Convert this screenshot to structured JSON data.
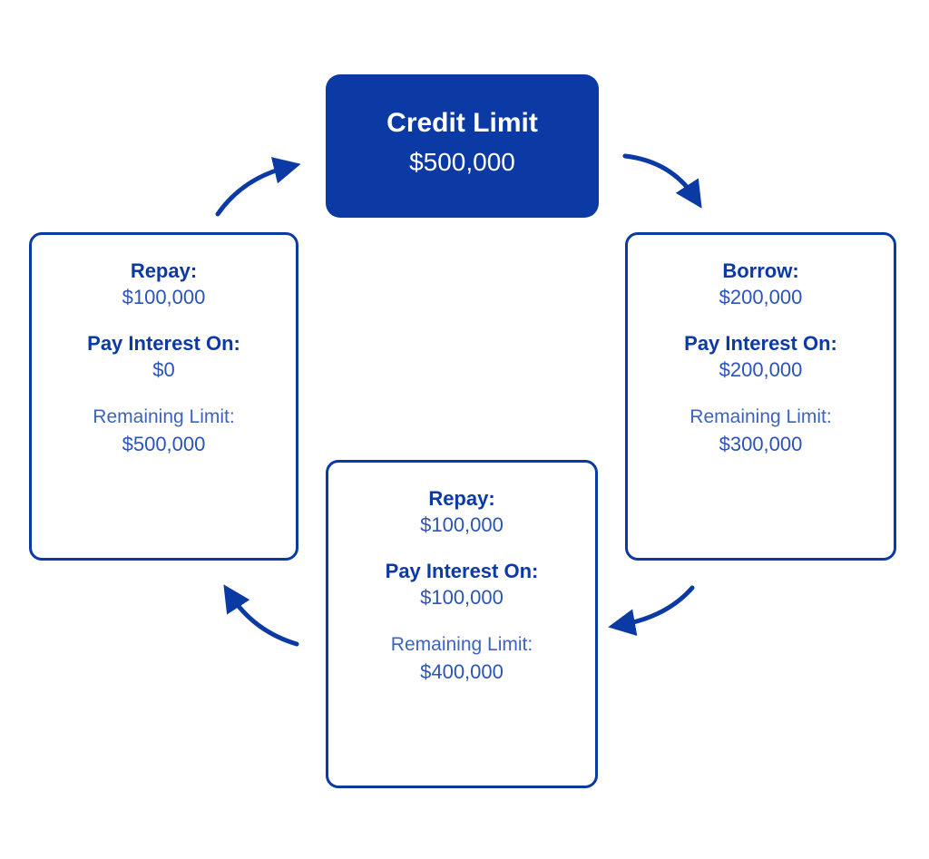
{
  "credit_limit": {
    "title": "Credit Limit",
    "value": "$500,000"
  },
  "steps": {
    "borrow": {
      "action_label": "Borrow:",
      "action_value": "$200,000",
      "interest_label": "Pay Interest On:",
      "interest_value": "$200,000",
      "remaining_label": "Remaining Limit:",
      "remaining_value": "$300,000"
    },
    "repay_partial": {
      "action_label": "Repay:",
      "action_value": "$100,000",
      "interest_label": "Pay Interest On:",
      "interest_value": "$100,000",
      "remaining_label": "Remaining Limit:",
      "remaining_value": "$400,000"
    },
    "repay_full": {
      "action_label": "Repay:",
      "action_value": "$100,000",
      "interest_label": "Pay Interest On:",
      "interest_value": "$0",
      "remaining_label": "Remaining Limit:",
      "remaining_value": "$500,000"
    }
  },
  "colors": {
    "primary": "#0b3aa4",
    "text_light": "#2b54b8",
    "background": "#ffffff"
  },
  "icons": {
    "flow_arrow": "curved-arrow-icon"
  }
}
